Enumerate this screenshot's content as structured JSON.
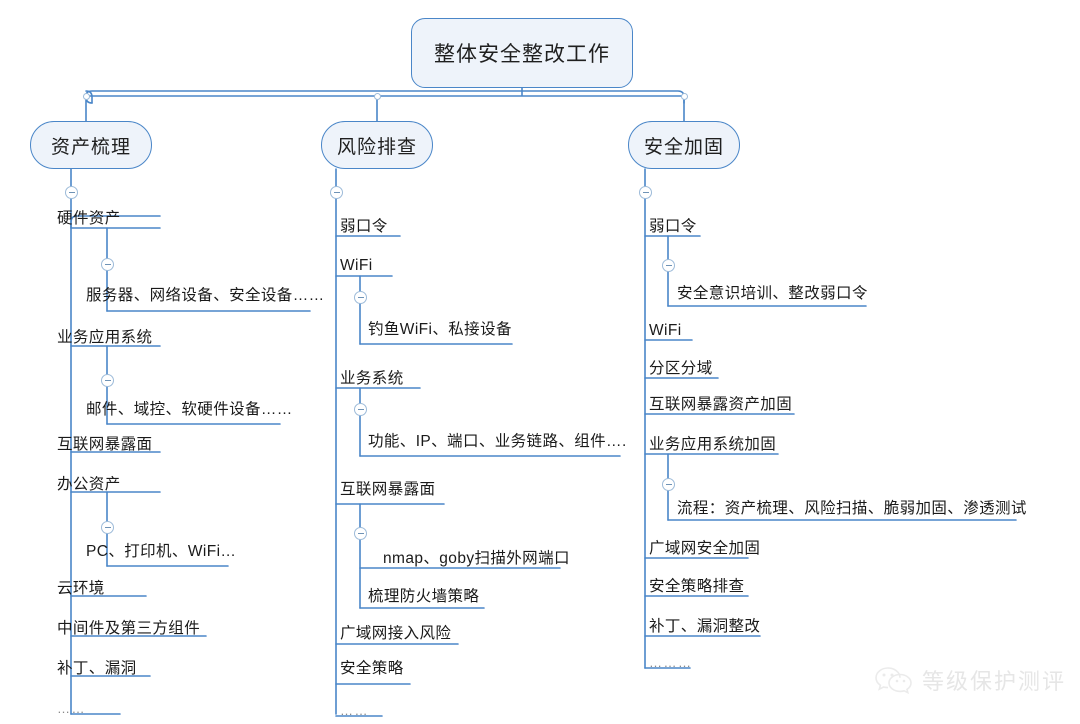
{
  "diagram": {
    "type": "mind-map",
    "title": "整体安全整改工作",
    "accent_color": "#4a86c8",
    "node_fill": "#eef3fa",
    "wire_color": "#4a86c8",
    "background": "#ffffff",
    "root": {
      "label": "整体安全整改工作"
    },
    "branches": [
      {
        "label": "资产梳理",
        "children": [
          {
            "label": "硬件资产",
            "children": [
              {
                "label": "服务器、网络设备、安全设备……"
              }
            ]
          },
          {
            "label": "业务应用系统",
            "children": [
              {
                "label": "邮件、域控、软硬件设备……"
              }
            ]
          },
          {
            "label": "互联网暴露面",
            "children": []
          },
          {
            "label": "办公资产",
            "children": [
              {
                "label": "PC、打印机、WiFi…"
              }
            ]
          },
          {
            "label": "云环境",
            "children": []
          },
          {
            "label": "中间件及第三方组件",
            "children": []
          },
          {
            "label": "补丁、漏洞",
            "children": []
          },
          {
            "label": "……",
            "children": []
          }
        ]
      },
      {
        "label": "风险排查",
        "children": [
          {
            "label": "弱口令",
            "children": []
          },
          {
            "label": "WiFi",
            "children": [
              {
                "label": "钓鱼WiFi、私接设备"
              }
            ]
          },
          {
            "label": "业务系统",
            "children": [
              {
                "label": "功能、IP、端口、业务链路、组件…."
              }
            ]
          },
          {
            "label": "互联网暴露面",
            "children": [
              {
                "label": "nmap、goby扫描外网端口"
              },
              {
                "label": "梳理防火墙策略"
              }
            ]
          },
          {
            "label": "广域网接入风险",
            "children": []
          },
          {
            "label": "安全策略",
            "children": []
          },
          {
            "label": "……",
            "children": []
          }
        ]
      },
      {
        "label": "安全加固",
        "children": [
          {
            "label": "弱口令",
            "children": [
              {
                "label": "安全意识培训、整改弱口令"
              }
            ]
          },
          {
            "label": "WiFi",
            "children": []
          },
          {
            "label": "分区分域",
            "children": []
          },
          {
            "label": "互联网暴露资产加固",
            "children": []
          },
          {
            "label": "业务应用系统加固",
            "children": [
              {
                "label": "流程：资产梳理、风险扫描、脆弱加固、渗透测试"
              }
            ]
          },
          {
            "label": "广域网安全加固",
            "children": []
          },
          {
            "label": "安全策略排查",
            "children": []
          },
          {
            "label": "补丁、漏洞整改",
            "children": []
          },
          {
            "label": "………",
            "children": []
          }
        ]
      }
    ]
  },
  "watermark": {
    "icon": "wechat-icon",
    "text": "等级保护测评"
  }
}
